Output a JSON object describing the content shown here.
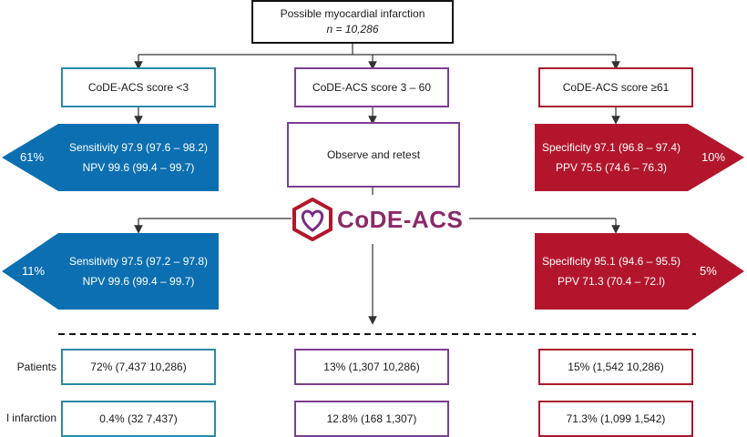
{
  "top": {
    "title": "Possible myocardial infarction",
    "n": "n = 10,286"
  },
  "scores": {
    "low": "CoDE-ACS score <3",
    "mid": "CoDE-ACS score 3 – 60",
    "high": "CoDE-ACS score ≥61"
  },
  "row1": {
    "left": {
      "line1": "Sensitivity 97.9 (97.6 – 98.2)",
      "line2": "NPV 99.6 (99.4 – 99.7)",
      "pct": "61%"
    },
    "mid": "Observe and retest",
    "right": {
      "line1": "Specificity 97.1 (96.8 – 97.4)",
      "line2": "PPV 75.5 (74.6 – 76.3)",
      "pct": "10%"
    }
  },
  "logo": {
    "text": "CoDE-ACS"
  },
  "row2": {
    "left": {
      "line1": "Sensitivity 97.5 (97.2 – 97.8)",
      "line2": "NPV 99.6 (99.4 – 99.7)",
      "pct": "11%"
    },
    "right": {
      "line1": "Specificity 95.1 (94.6 – 95.5)",
      "line2": "PPV 71.3 (70.4 – 72.l)",
      "pct": "5%"
    }
  },
  "summary": {
    "patients_label": "Patients",
    "mi_label": "l infarction",
    "patients": [
      "72% (7,437  10,286)",
      "13% (1,307  10,286)",
      "15% (1,542  10,286)"
    ],
    "mi": [
      "0.4% (32  7,437)",
      "12.8% (168  1,307)",
      "71.3% (1,099  1,542)"
    ]
  },
  "colors": {
    "blue": "#0c6fb1",
    "red": "#b3162c",
    "teal": "#2a8aa8",
    "purple": "#7b3f8f"
  }
}
